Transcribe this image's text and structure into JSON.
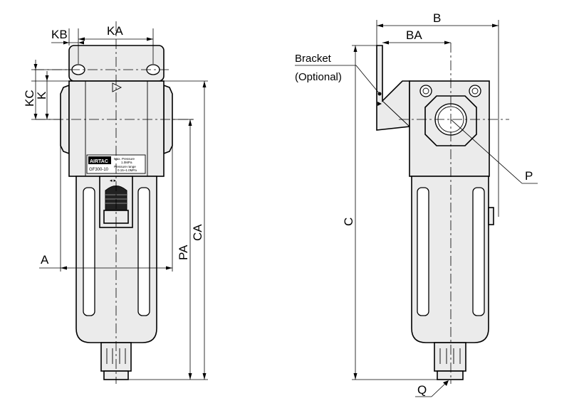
{
  "front_view": {
    "labels": {
      "KB": "KB",
      "KA": "KA",
      "KC": "KC",
      "K": "K",
      "A": "A",
      "PA": "PA",
      "CA": "CA"
    },
    "logo": "AIRTAC",
    "model": "GF300-10",
    "spec_lines": [
      "Max. Pressure",
      "1.0MPa",
      "Pressure range",
      "0.15~1.0MPa"
    ]
  },
  "side_view": {
    "labels": {
      "B": "B",
      "BA": "BA",
      "bracket": "Bracket",
      "optional": "(Optional)",
      "P": "P",
      "C": "C",
      "Q": "Q"
    }
  }
}
